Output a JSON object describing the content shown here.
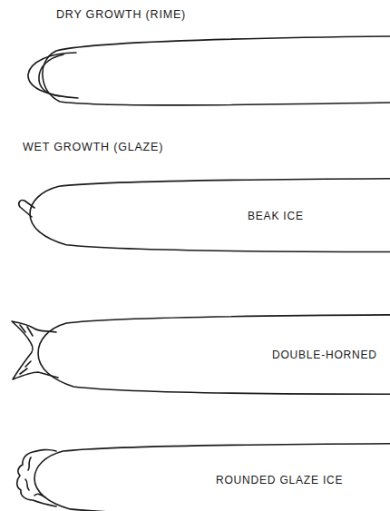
{
  "diagram": {
    "nodes": [
      {
        "text": [
          "BEAK ICE"
        ]
      },
      {
        "text": [
          "DOUBLE-HORNED"
        ]
      },
      {
        "text": [
          "ROUNDED GLAZE ICE"
        ]
      }
    ],
    "labels": [
      "DRY GROWTH (RIME)",
      "WET GROWTH (GLAZE)"
    ]
  }
}
